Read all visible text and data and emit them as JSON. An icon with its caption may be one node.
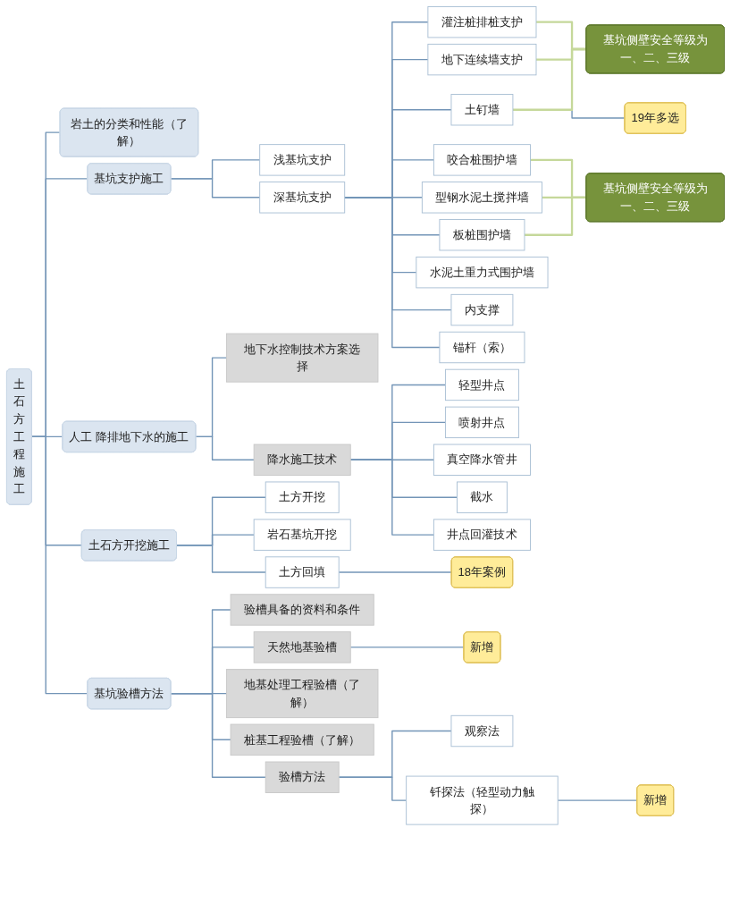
{
  "diagram": {
    "nodes": [
      {
        "text": [
          "土石方工程施工"
        ]
      },
      {
        "text": [
          "岩土的分类和性能（了解）"
        ]
      },
      {
        "text": [
          "基坑支护施工"
        ]
      },
      {
        "text": [
          "浅基坑支护"
        ]
      },
      {
        "text": [
          "深基坑支护"
        ]
      },
      {
        "text": [
          "灌注桩排桩支护"
        ]
      },
      {
        "text": [
          "地下连续墙支护"
        ]
      },
      {
        "text": [
          "土钉墙"
        ]
      },
      {
        "text": [
          "19年多选"
        ]
      },
      {
        "text": [
          "咬合桩围护墙"
        ]
      },
      {
        "text": [
          "型钢水泥土搅拌墙"
        ]
      },
      {
        "text": [
          "板桩围护墙"
        ]
      },
      {
        "text": [
          "水泥土重力式围护墙"
        ]
      },
      {
        "text": [
          "内支撑"
        ]
      },
      {
        "text": [
          "锚杆（索）"
        ]
      },
      {
        "text": [
          "基坑侧壁安全等级为一、二、三级"
        ]
      },
      {
        "text": [
          "基坑侧壁安全等级为一、二、三级"
        ]
      },
      {
        "text": [
          "人工 降排地下水的施工"
        ]
      },
      {
        "text": [
          "地下水控制技术方案选择"
        ]
      },
      {
        "text": [
          "降水施工技术"
        ]
      },
      {
        "text": [
          "轻型井点"
        ]
      },
      {
        "text": [
          "喷射井点"
        ]
      },
      {
        "text": [
          "真空降水管井"
        ]
      },
      {
        "text": [
          "截水"
        ]
      },
      {
        "text": [
          "井点回灌技术"
        ]
      },
      {
        "text": [
          "土石方开挖施工"
        ]
      },
      {
        "text": [
          "土方开挖"
        ]
      },
      {
        "text": [
          "岩石基坑开挖"
        ]
      },
      {
        "text": [
          "土方回填"
        ]
      },
      {
        "text": [
          "18年案例"
        ]
      },
      {
        "text": [
          "基坑验槽方法"
        ]
      },
      {
        "text": [
          "验槽具备的资料和条件"
        ]
      },
      {
        "text": [
          "天然地基验槽"
        ]
      },
      {
        "text": [
          "新增"
        ]
      },
      {
        "text": [
          "地基处理工程验槽（了解）"
        ]
      },
      {
        "text": [
          "桩基工程验槽（了解）"
        ]
      },
      {
        "text": [
          "验槽方法"
        ]
      },
      {
        "text": [
          "观察法"
        ]
      },
      {
        "text": [
          "钎探法（轻型动力触探）"
        ]
      },
      {
        "text": [
          "新增"
        ]
      }
    ],
    "edges": [
      {
        "from": 0,
        "to": 1,
        "arrow": "none"
      },
      {
        "from": 0,
        "to": 2,
        "arrow": "none"
      },
      {
        "from": 0,
        "to": 17,
        "arrow": "none"
      },
      {
        "from": 0,
        "to": 25,
        "arrow": "none"
      },
      {
        "from": 0,
        "to": 30,
        "arrow": "none"
      },
      {
        "from": 2,
        "to": 3,
        "arrow": "none"
      },
      {
        "from": 2,
        "to": 4,
        "arrow": "none"
      },
      {
        "from": 4,
        "to": 5,
        "arrow": "none"
      },
      {
        "from": 4,
        "to": 6,
        "arrow": "none"
      },
      {
        "from": 4,
        "to": 7,
        "arrow": "none"
      },
      {
        "from": 7,
        "to": 8,
        "arrow": "none"
      },
      {
        "from": 4,
        "to": 9,
        "arrow": "none"
      },
      {
        "from": 4,
        "to": 10,
        "arrow": "none"
      },
      {
        "from": 4,
        "to": 11,
        "arrow": "none"
      },
      {
        "from": 4,
        "to": 12,
        "arrow": "none"
      },
      {
        "from": 4,
        "to": 13,
        "arrow": "none"
      },
      {
        "from": 4,
        "to": 14,
        "arrow": "none"
      },
      {
        "from": 5,
        "to": 15,
        "arrow": "none",
        "color": "#c5d89a"
      },
      {
        "from": 6,
        "to": 15,
        "arrow": "none",
        "color": "#c5d89a"
      },
      {
        "from": 7,
        "to": 15,
        "arrow": "none",
        "color": "#c5d89a"
      },
      {
        "from": 9,
        "to": 16,
        "arrow": "none",
        "color": "#c5d89a"
      },
      {
        "from": 10,
        "to": 16,
        "arrow": "none",
        "color": "#c5d89a"
      },
      {
        "from": 11,
        "to": 16,
        "arrow": "none",
        "color": "#c5d89a"
      },
      {
        "from": 17,
        "to": 18,
        "arrow": "none"
      },
      {
        "from": 17,
        "to": 19,
        "arrow": "none"
      },
      {
        "from": 19,
        "to": 20,
        "arrow": "none"
      },
      {
        "from": 19,
        "to": 21,
        "arrow": "none"
      },
      {
        "from": 19,
        "to": 22,
        "arrow": "none"
      },
      {
        "from": 19,
        "to": 23,
        "arrow": "none"
      },
      {
        "from": 19,
        "to": 24,
        "arrow": "none"
      },
      {
        "from": 25,
        "to": 26,
        "arrow": "none"
      },
      {
        "from": 25,
        "to": 27,
        "arrow": "none"
      },
      {
        "from": 25,
        "to": 28,
        "arrow": "none"
      },
      {
        "from": 28,
        "to": 29,
        "arrow": "none"
      },
      {
        "from": 30,
        "to": 31,
        "arrow": "none"
      },
      {
        "from": 30,
        "to": 32,
        "arrow": "none"
      },
      {
        "from": 32,
        "to": 33,
        "arrow": "none"
      },
      {
        "from": 30,
        "to": 34,
        "arrow": "none"
      },
      {
        "from": 30,
        "to": 35,
        "arrow": "none"
      },
      {
        "from": 30,
        "to": 36,
        "arrow": "none"
      },
      {
        "from": 36,
        "to": 37,
        "arrow": "none"
      },
      {
        "from": 36,
        "to": 38,
        "arrow": "none"
      },
      {
        "from": 38,
        "to": 39,
        "arrow": "none"
      }
    ]
  }
}
